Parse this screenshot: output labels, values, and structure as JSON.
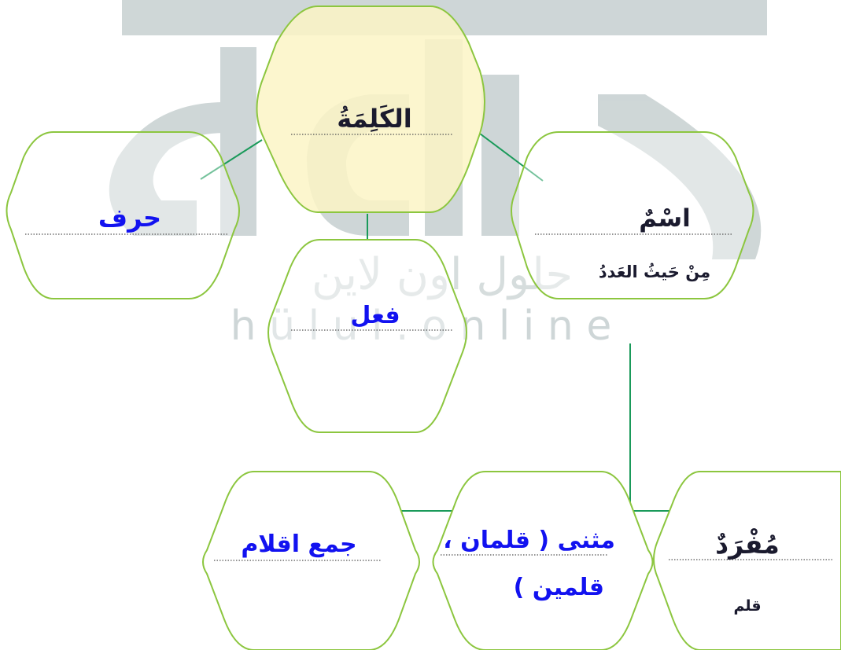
{
  "colors": {
    "watermark": "#a7b6b7",
    "hex_stroke": "#8cc63f",
    "connector": "#1a9a5a",
    "center_fill": "#fbf5c6",
    "answer_text": "#1212f0",
    "fixed_text": "#1a1a2e",
    "dotted": "#555555"
  },
  "watermark": {
    "arabic_text": "حلول اون لاين",
    "latin_text": "h ü l u l . o n l i n e"
  },
  "root": {
    "label": "الكَلِمَةُ"
  },
  "word_types": {
    "ism": {
      "label": "اسْمٌ",
      "subtitle": "مِنْ حَيثُ العَددُ"
    },
    "fil": {
      "label": "فعل"
    },
    "harf": {
      "label": "حرف"
    }
  },
  "number_types": {
    "mufrad": {
      "label": "مُفْرَدٌ",
      "example": "قلم"
    },
    "muthanna": {
      "label_line1": "مثنى ( قلمان ،",
      "label_line2": "قلمين )"
    },
    "jam": {
      "label": "جمع اقلام"
    }
  }
}
